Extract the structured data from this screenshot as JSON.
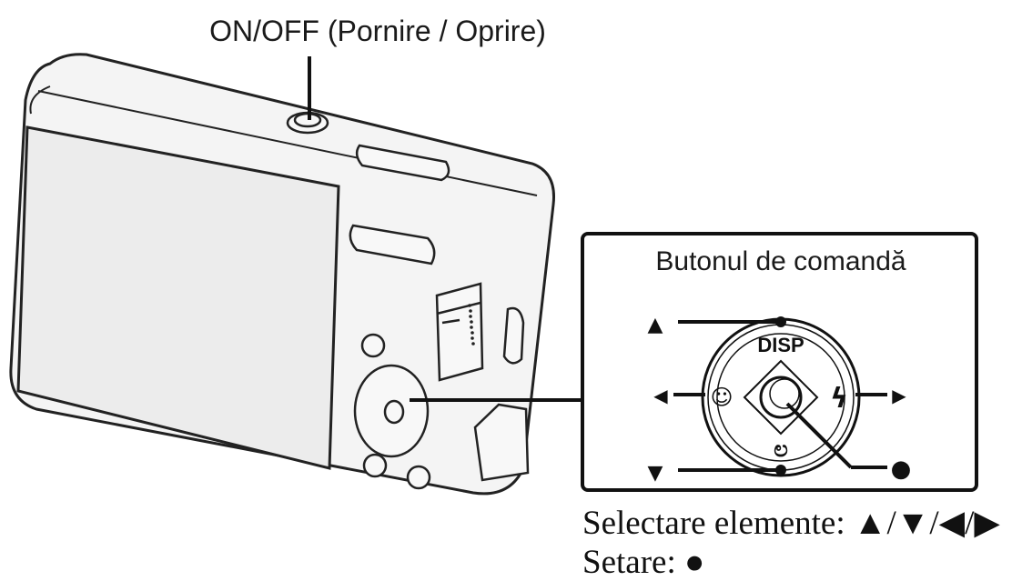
{
  "labels": {
    "power_button": "ON/OFF (Pornire / Oprire)",
    "control_button_title": "Butonul de comandă",
    "disp_label": "DISP"
  },
  "captions": {
    "select": "Selectare elemente: ▲/▼/◀/▶",
    "set": "Setare: ●"
  },
  "control_symbols": {
    "up": "▲",
    "down": "▼",
    "left": "◀",
    "right": "▶",
    "center": "●",
    "flash": "ϟ",
    "timer": "ಲ",
    "face": "☺"
  },
  "colors": {
    "line": "#111111",
    "camera_fill": "#f4f4f4",
    "screen_fill": "#ececec"
  }
}
